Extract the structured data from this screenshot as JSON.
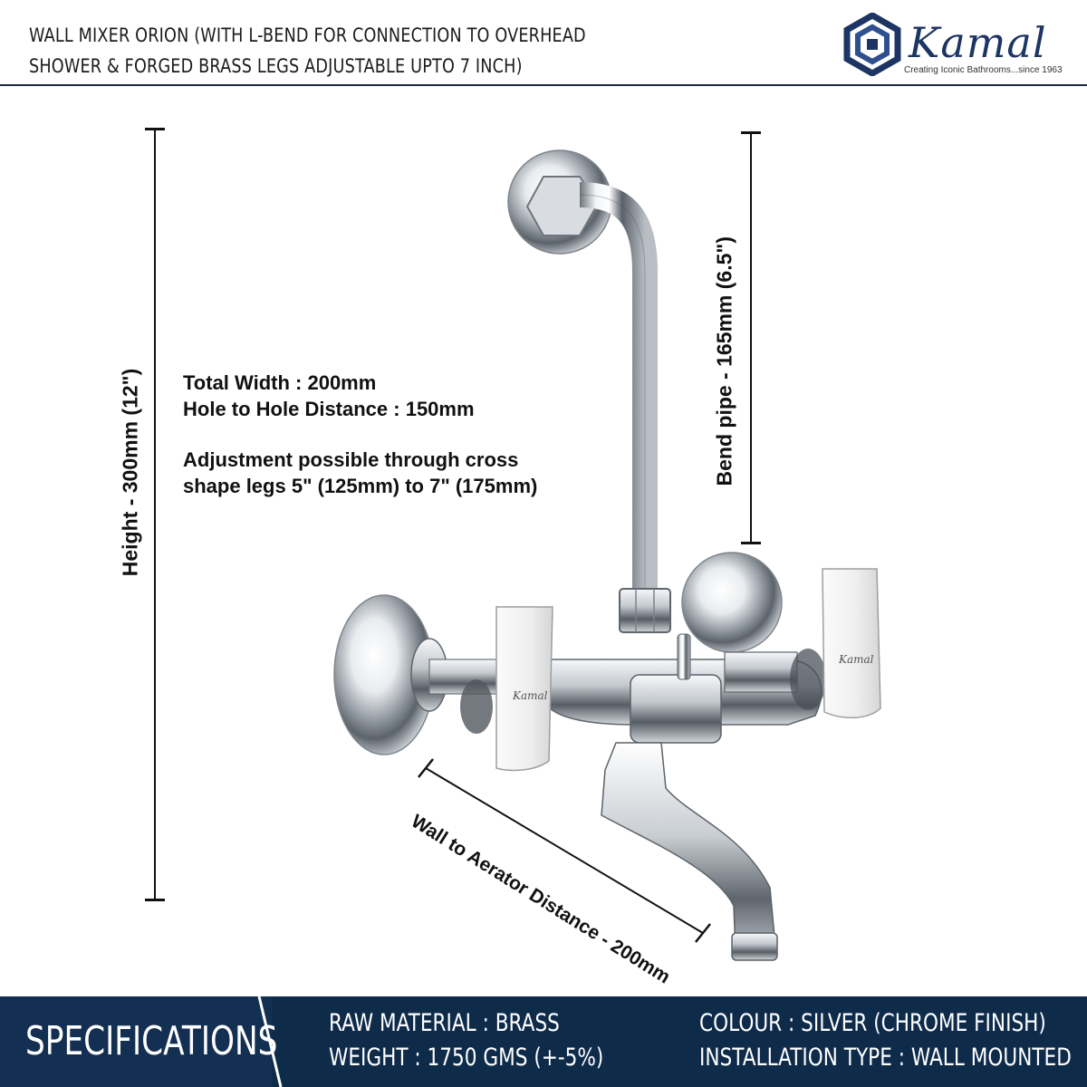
{
  "header": {
    "title": "WALL MIXER ORION (WITH L-BEND FOR CONNECTION TO OVERHEAD SHOWER & FORGED BRASS LEGS ADJUSTABLE UPTO 7 INCH)"
  },
  "brand": {
    "name": "Kamal",
    "tagline": "Creating Iconic Bathrooms...since 1963",
    "color": "#1d3563",
    "logo_icon": "hexagon-knot-logo-icon"
  },
  "dimensions": {
    "height_label": "Height - 300mm (12\")",
    "bend_pipe_label": "Bend pipe - 165mm (6.5\")",
    "wall_to_aerator_label": "Wall to Aerator Distance - 200mm"
  },
  "info": {
    "total_width": "Total Width : 200mm",
    "hole_to_hole": "Hole to Hole Distance : 150mm",
    "adjustment_line1": "Adjustment possible through cross",
    "adjustment_line2": "shape legs 5\" (125mm) to 7\" (175mm)"
  },
  "product": {
    "handle_engraving_left": "Kamal",
    "handle_engraving_right": "Kamal"
  },
  "specifications": {
    "title": "SPECIFICATIONS",
    "raw_material": "RAW MATERIAL : BRASS",
    "weight": "WEIGHT : 1750 GMS (+-5%)",
    "colour": "COLOUR : SILVER (CHROME FINISH)",
    "installation": "INSTALLATION TYPE : WALL MOUNTED",
    "footer_color": "#0f2b4a"
  }
}
